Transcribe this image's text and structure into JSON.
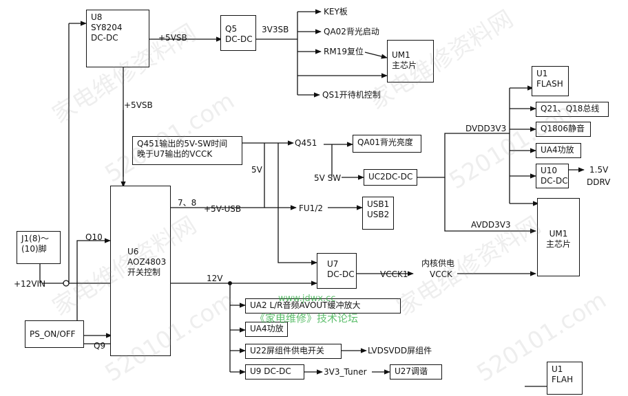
{
  "blocks": {
    "u8": {
      "lines": [
        "U8",
        "SY8204",
        "DC-DC"
      ]
    },
    "q5": {
      "lines": [
        "Q5",
        "DC-DC"
      ]
    },
    "um1_top": {
      "lines": [
        "UM1",
        "主芯片"
      ]
    },
    "note": {
      "lines": [
        "Q451输出的5V-SW时间",
        "晚于U7输出的VCCK"
      ]
    },
    "qa01": {
      "lines": [
        "QA01背光亮度"
      ]
    },
    "uc2": {
      "lines": [
        "UC2DC-DC"
      ]
    },
    "usb": {
      "lines": [
        "USB1",
        "USB2"
      ]
    },
    "j1": {
      "lines": [
        "J1(8)～",
        "(10)脚"
      ]
    },
    "u6": {
      "lines": [
        "U6",
        "AOZ4803",
        "开关控制"
      ]
    },
    "u7": {
      "lines": [
        "U7",
        "DC-DC"
      ]
    },
    "ps": {
      "lines": [
        "PS_ON/OFF"
      ]
    },
    "u1_flash": {
      "lines": [
        "U1",
        "FLASH"
      ]
    },
    "q21": {
      "lines": [
        "Q21、Q18总线"
      ]
    },
    "q1806": {
      "lines": [
        "Q1806静音"
      ]
    },
    "ua4_right": {
      "lines": [
        "UA4功放"
      ]
    },
    "u10": {
      "lines": [
        "U10",
        "DC-DC"
      ]
    },
    "um1_main": {
      "lines": [
        "UM1",
        "主芯片"
      ]
    },
    "ua2": {
      "lines": [
        "UA2 L/R音频AVOUT缓冲放大"
      ]
    },
    "ua4_bottom": {
      "lines": [
        "UA4功放"
      ]
    },
    "u22": {
      "lines": [
        "U22屏组件供电开关"
      ]
    },
    "u9": {
      "lines": [
        "U9 DC-DC"
      ]
    },
    "u27": {
      "lines": [
        "U27调谐"
      ]
    },
    "u1_flah": {
      "lines": [
        "U1",
        "FLAH"
      ]
    }
  },
  "labels": {
    "v5sb_u8": "+5VSB",
    "v3v3sb": "3V3SB",
    "key": "KEY板",
    "qa02": "QA02背光启动",
    "rm19": "RM19复位",
    "qs1": "QS1开待机控制",
    "v5sb_down": "+5VSB",
    "q451": "Q451",
    "v5v": "5V",
    "v5sw": "5V  SW",
    "dvdd": "DVDD3V3",
    "avdd": "AVDD3V3",
    "v15": "1.5V",
    "ddrv": "DDRV",
    "pin78": "7、8",
    "v5usb": "+5V-USB",
    "fu12": "FU1/2",
    "q10": "Q10",
    "v12in": "+12VIN",
    "v12": "12V",
    "vcck1": "VCCK1",
    "core1": "内核供电",
    "core2": "VCCK",
    "q9": "Q9",
    "lvds": "LVDSVDD屏组件",
    "tuner": "3V3_Tuner"
  },
  "watermarks": {
    "w1": "家电维修资料网",
    "w2": "520101.com",
    "w3": "www.jdwx.cc",
    "w4": "《家电维修》技术论坛"
  }
}
